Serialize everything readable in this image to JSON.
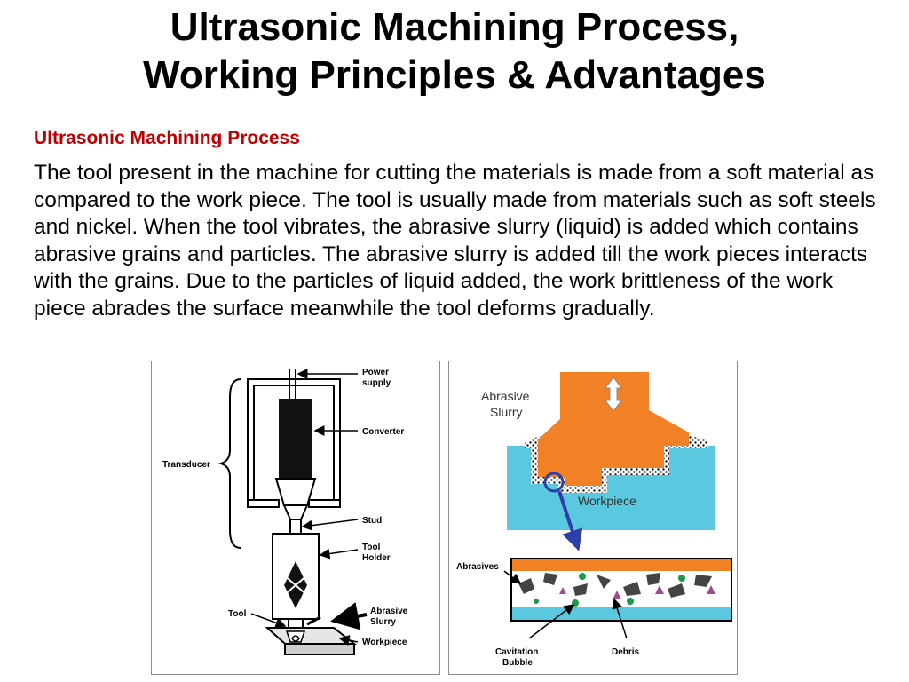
{
  "slide": {
    "title_line1": "Ultrasonic Machining Process,",
    "title_line2": "Working Principles & Advantages",
    "subheading": "Ultrasonic Machining Process",
    "paragraph": "The tool present in the machine for cutting the materials is made from a soft material as compared to the work piece. The tool is usually made from materials such as soft steels and nickel. When the tool vibrates, the abrasive slurry (liquid) is added which contains abrasive grains and particles. The abrasive slurry is added till the work pieces interacts with the grains. Due to the particles of liquid added, the work brittleness of the work piece abrades the surface meanwhile the tool deforms gradually."
  },
  "figure_left": {
    "labels": {
      "power_supply_1": "Power",
      "power_supply_2": "supply",
      "converter": "Converter",
      "transducer": "Transducer",
      "stud": "Stud",
      "tool_holder_1": "Tool",
      "tool_holder_2": "Holder",
      "tool": "Tool",
      "abrasive_slurry_1": "Abrasive",
      "abrasive_slurry_2": "Slurry",
      "workpiece": "Workpiece"
    }
  },
  "figure_right": {
    "labels": {
      "abrasive_slurry_1": "Abrasive",
      "abrasive_slurry_2": "Slurry",
      "workpiece": "Workpiece",
      "abrasives": "Abrasives",
      "cavitation_1": "Cavitation",
      "cavitation_2": "Bubble",
      "debris": "Debris"
    },
    "colors": {
      "tool": "#f28024",
      "workpiece": "#5ac8de",
      "arrow": "#2e3fa8",
      "abrasive_grain": "#444444",
      "debris": "#a04a8c",
      "bubble": "#1a9a4a"
    }
  }
}
